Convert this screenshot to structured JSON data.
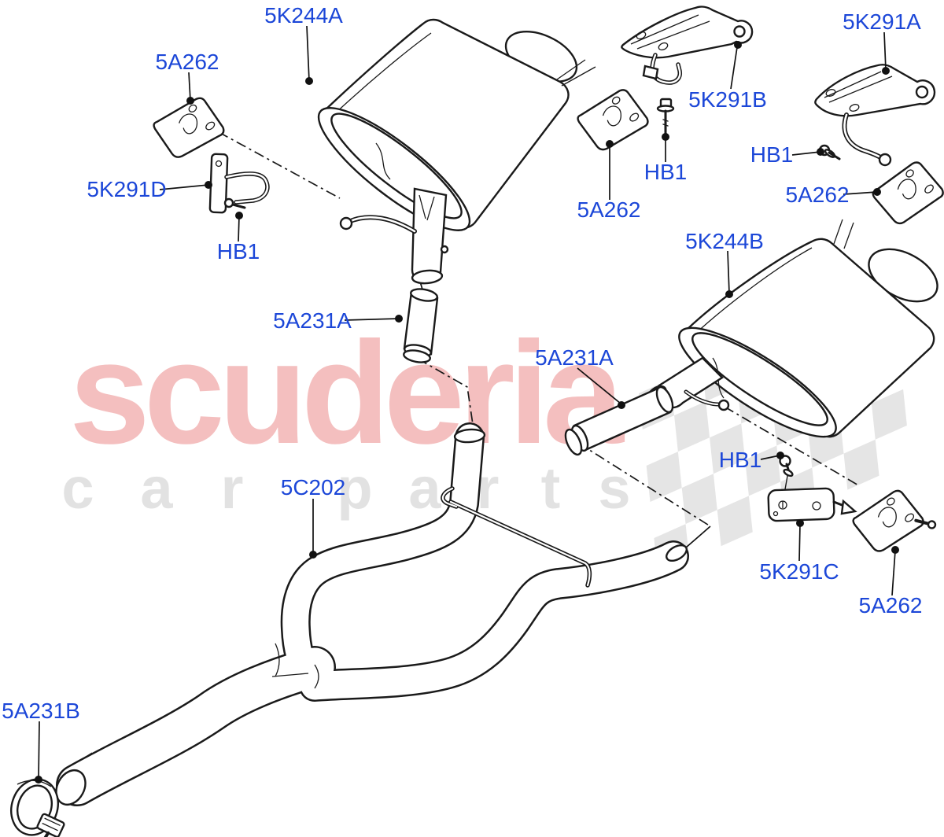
{
  "watermark": {
    "brand": "scuderia",
    "letters": [
      "c",
      "a",
      "r",
      "p",
      "a",
      "r",
      "t",
      "s"
    ]
  },
  "labels": {
    "muffler_left": "5K244A",
    "hanger_top_left": "5A262",
    "bracket_top_left": "5K291D",
    "bolt_top_left": "HB1",
    "coupling_left": "5A231A",
    "front_pipe": "5C202",
    "clamp_front": "5A231B",
    "bracket_top_center": "5K291B",
    "bolt_top_center": "HB1",
    "hanger_top_center": "5A262",
    "bracket_top_right": "5K291A",
    "bolt_top_right": "HB1",
    "hanger_top_right": "5A262",
    "muffler_right": "5K244B",
    "coupling_right": "5A231A",
    "bolt_bottom_right": "HB1",
    "bracket_bottom_right": "5K291C",
    "hanger_bottom_right": "5A262"
  },
  "colors": {
    "label_blue": "#1c47d8",
    "line_black": "#1a1a1a",
    "watermark_pink": "#f4bfbf",
    "watermark_gray": "#e2e2e2",
    "checker_gray": "#e1e1e1"
  }
}
